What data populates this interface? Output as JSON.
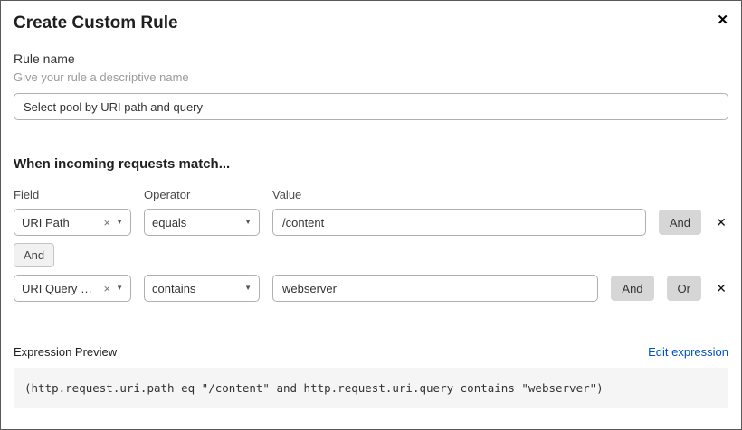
{
  "dialog": {
    "title": "Create Custom Rule"
  },
  "icons": {
    "close": "✕",
    "remove": "✕",
    "clear": "×",
    "caret": "▼"
  },
  "rule_name": {
    "label": "Rule name",
    "hint": "Give your rule a descriptive name",
    "value": "Select pool by URI path and query"
  },
  "match_section": {
    "heading": "When incoming requests match...",
    "columns": {
      "field": "Field",
      "operator": "Operator",
      "value": "Value"
    },
    "connector": "And",
    "rows": [
      {
        "field": "URI Path",
        "operator": "equals",
        "value": "/content",
        "and_label": "And"
      },
      {
        "field": "URI Query St...",
        "operator": "contains",
        "value": "webserver",
        "and_label": "And",
        "or_label": "Or"
      }
    ]
  },
  "expression": {
    "label": "Expression Preview",
    "edit_link": "Edit expression",
    "code": "(http.request.uri.path eq \"/content\" and http.request.uri.query contains \"webserver\")"
  },
  "colors": {
    "link": "#0051c3",
    "code_bg": "#f5f5f5",
    "button_bg": "#d6d6d6"
  }
}
